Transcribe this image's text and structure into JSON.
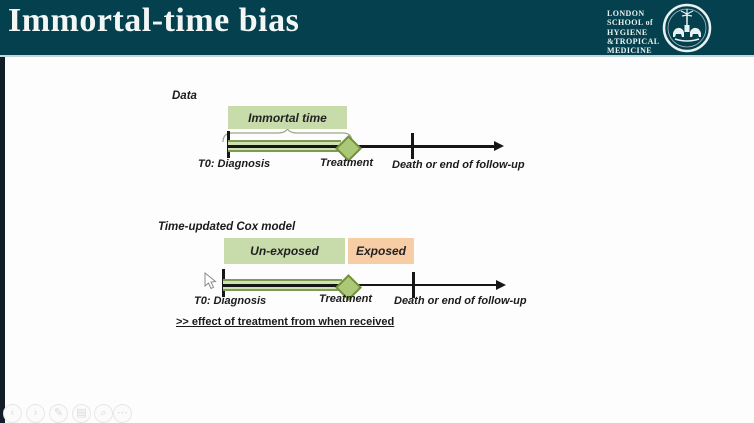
{
  "header": {
    "title": "Immortal-time bias",
    "logo_lines": [
      "LONDON",
      "SCHOOL of",
      "HYGIENE",
      "&TROPICAL",
      "MEDICINE"
    ]
  },
  "diagram_data": {
    "heading": "Data",
    "immortal_box": "Immortal time",
    "t0": "T0: Diagnosis",
    "treatment": "Treatment",
    "end": "Death or end of follow-up"
  },
  "diagram_cox": {
    "heading": "Time-updated Cox model",
    "unexposed_box": "Un-exposed",
    "exposed_box": "Exposed",
    "t0": "T0: Diagnosis",
    "treatment": "Treatment",
    "end": "Death or end of follow-up",
    "note": ">> effect of treatment from when received"
  },
  "toolbar": {
    "icons": [
      {
        "name": "previous-slide",
        "glyph": "‹"
      },
      {
        "name": "next-slide",
        "glyph": "›"
      },
      {
        "name": "pen",
        "glyph": "✎"
      },
      {
        "name": "all-slides",
        "glyph": "▤"
      },
      {
        "name": "zoom-magnifier",
        "glyph": "⌕"
      },
      {
        "name": "more-options",
        "glyph": "⋯"
      }
    ]
  },
  "colors": {
    "header_bg": "#05404e",
    "immortal_green": "#c8dcab",
    "exposed_orange": "#f6cda4",
    "bar_fill": "#cfe0b2",
    "bar_edge": "#7d9c51",
    "diamond_fill": "#abc877",
    "diamond_edge": "#75903c"
  }
}
